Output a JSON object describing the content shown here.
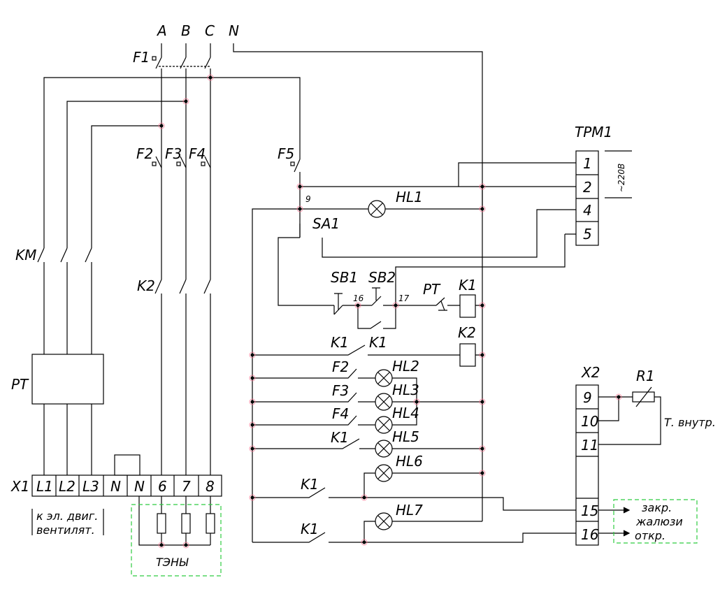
{
  "phases": {
    "a": "A",
    "b": "B",
    "c": "C",
    "n": "N"
  },
  "breakers": {
    "f1": "F1",
    "f2": "F2",
    "f3": "F3",
    "f4": "F4",
    "f5": "F5"
  },
  "contactors": {
    "km": "KM",
    "k2": "K2",
    "k2_coil": "K2",
    "k1_coil": "K1"
  },
  "relay": {
    "pt": "PT",
    "pt_contact": "PT"
  },
  "switches": {
    "sa1": "SA1",
    "sb1": "SB1",
    "sb2": "SB2"
  },
  "nodes": {
    "n9": "9",
    "n16": "16",
    "n17": "17"
  },
  "k1_contacts": {
    "seal": "K1",
    "k2_line": "K1",
    "hl5_line": "K1",
    "hl6_line": "K1",
    "hl7_line": "K1"
  },
  "lamp_contacts": {
    "f2": "F2",
    "f3": "F3",
    "f4": "F4"
  },
  "lamps": {
    "hl1": "HL1",
    "hl2": "HL2",
    "hl3": "HL3",
    "hl4": "HL4",
    "hl5": "HL5",
    "hl6": "HL6",
    "hl7": "HL7"
  },
  "trm": {
    "title": "ТРМ1",
    "terminals": [
      "1",
      "2",
      "4",
      "5"
    ],
    "voltage": "~220В"
  },
  "x1": {
    "label": "X1",
    "terminals": [
      "L1",
      "L2",
      "L3",
      "N",
      "N",
      "6",
      "7",
      "8"
    ]
  },
  "x2": {
    "label": "X2",
    "terminals": [
      "9",
      "10",
      "11",
      "",
      "",
      "15",
      "16"
    ]
  },
  "sensor": {
    "r1": "R1",
    "text": "Т. внутр."
  },
  "notes": {
    "motor_line1": "к эл. двиг.",
    "motor_line2": "вентилят.",
    "heaters": "ТЭНЫ",
    "louver_close": "закр.",
    "louver_word": "жалюзи",
    "louver_open": "откр."
  },
  "colors": {
    "wire": "#000000",
    "highlight": "#2ecc40",
    "junction_halo": "#ff6b8a"
  }
}
